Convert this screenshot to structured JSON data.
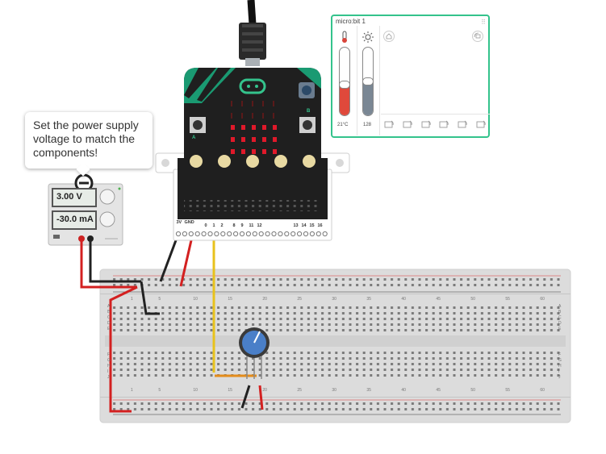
{
  "tooltip": {
    "text": "Set the power supply voltage to match the components!"
  },
  "power_supply": {
    "voltage": "3.00 V",
    "current": "-30.0 mA"
  },
  "microbit_panel": {
    "title": "micro:bit 1",
    "temperature": "21°C",
    "light_level": "128",
    "temperature_fill": 0.45,
    "light_fill": 0.5,
    "gesture_icons": [
      "shake-icon",
      "tilt-left-icon",
      "tilt-right-icon",
      "tilt-up-icon",
      "tilt-down-icon",
      "freefall-icon"
    ]
  },
  "microbit": {
    "edge_pins": [
      "3V",
      "GND",
      "0",
      "1",
      "2",
      "8",
      "9",
      "11",
      "12",
      "13",
      "14",
      "15",
      "16"
    ],
    "button_labels": [
      "A",
      "B"
    ],
    "led_on_rows": [
      2,
      3,
      4
    ]
  },
  "breadboard": {
    "column_numbers": [
      "1",
      "5",
      "10",
      "15",
      "20",
      "25",
      "30",
      "35",
      "40",
      "45",
      "50",
      "55",
      "60"
    ],
    "row_letters_top": [
      "A",
      "B",
      "C",
      "D",
      "E"
    ],
    "row_letters_bottom": [
      "F",
      "G",
      "H",
      "I",
      "J"
    ]
  },
  "colors": {
    "board": "#1f1f1f",
    "accent": "#34c38c",
    "led": "#e0192a",
    "wire_red": "#d32020",
    "wire_black": "#222222",
    "wire_yellow": "#e8c21c",
    "knob": "#4a7fc8"
  }
}
